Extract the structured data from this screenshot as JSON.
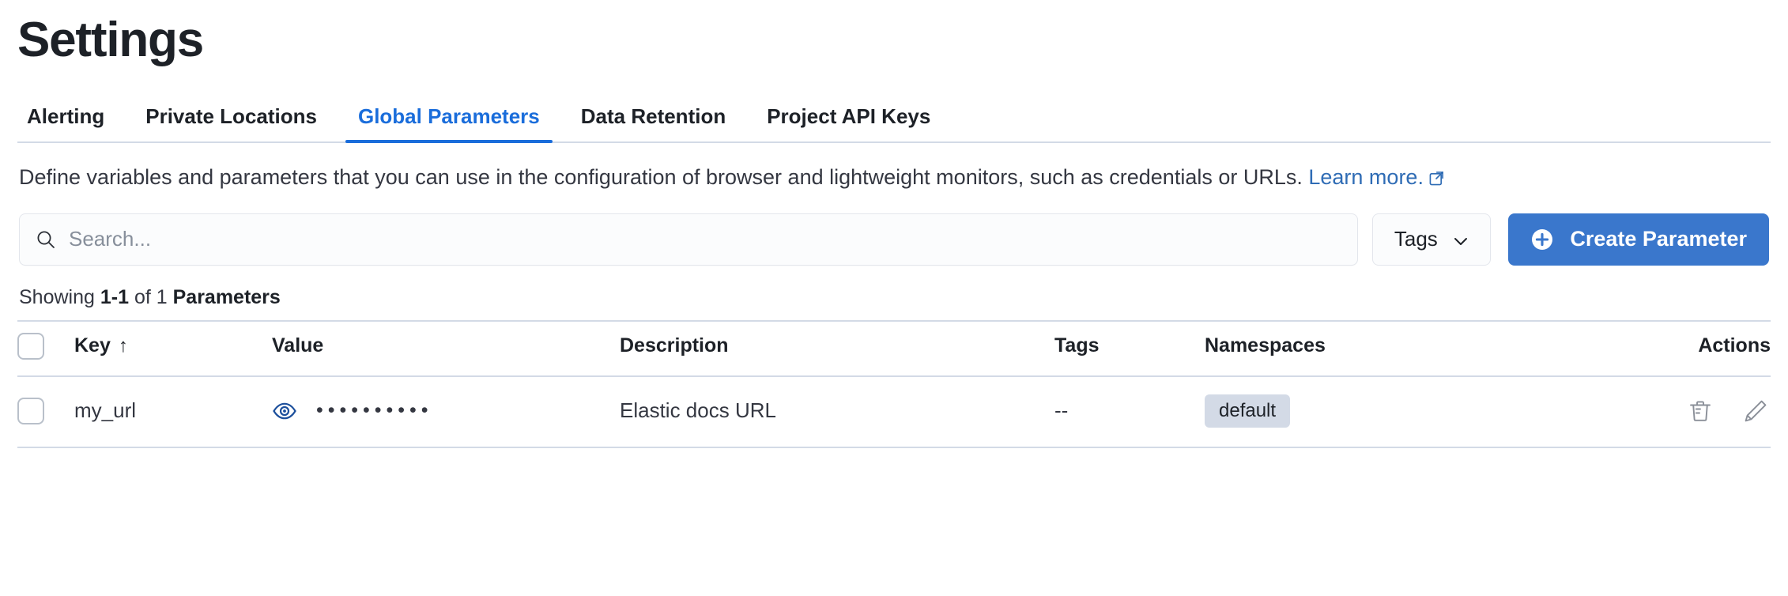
{
  "page": {
    "title": "Settings"
  },
  "tabs": [
    {
      "label": "Alerting",
      "active": false
    },
    {
      "label": "Private Locations",
      "active": false
    },
    {
      "label": "Global Parameters",
      "active": true
    },
    {
      "label": "Data Retention",
      "active": false
    },
    {
      "label": "Project API Keys",
      "active": false
    }
  ],
  "description": {
    "text": "Define variables and parameters that you can use in the configuration of browser and lightweight monitors, such as credentials or URLs. ",
    "link_text": "Learn more.",
    "link_icon": "external-link-icon"
  },
  "controls": {
    "search_placeholder": "Search...",
    "search_value": "",
    "search_icon": "search-icon",
    "tags_label": "Tags",
    "tags_icon": "chevron-down-icon",
    "create_label": "Create Parameter",
    "create_icon": "plus-circle-icon"
  },
  "results": {
    "showing_prefix": "Showing ",
    "range": "1-1",
    "of": " of ",
    "total": "1 ",
    "noun": "Parameters"
  },
  "table": {
    "columns": [
      {
        "key": "select",
        "label": ""
      },
      {
        "key": "key",
        "label": "Key",
        "sort": "↑"
      },
      {
        "key": "value",
        "label": "Value"
      },
      {
        "key": "description",
        "label": "Description"
      },
      {
        "key": "tags",
        "label": "Tags"
      },
      {
        "key": "namespaces",
        "label": "Namespaces"
      },
      {
        "key": "actions",
        "label": "Actions"
      }
    ],
    "rows": [
      {
        "key": "my_url",
        "value_masked": "••••••••••",
        "value_toggle_icon": "eye-icon",
        "description": "Elastic docs URL",
        "tags": "--",
        "namespaces": "default",
        "actions": [
          "trash-icon",
          "pencil-icon"
        ]
      }
    ]
  },
  "colors": {
    "accent_blue": "#1a6ddb",
    "button_blue": "#3a77cc",
    "link_blue": "#2f6cb5",
    "border": "#d3dae6",
    "badge_bg": "#d3dae6",
    "icon_gray": "#8a8f98",
    "eye_blue": "#1c4f9c"
  }
}
